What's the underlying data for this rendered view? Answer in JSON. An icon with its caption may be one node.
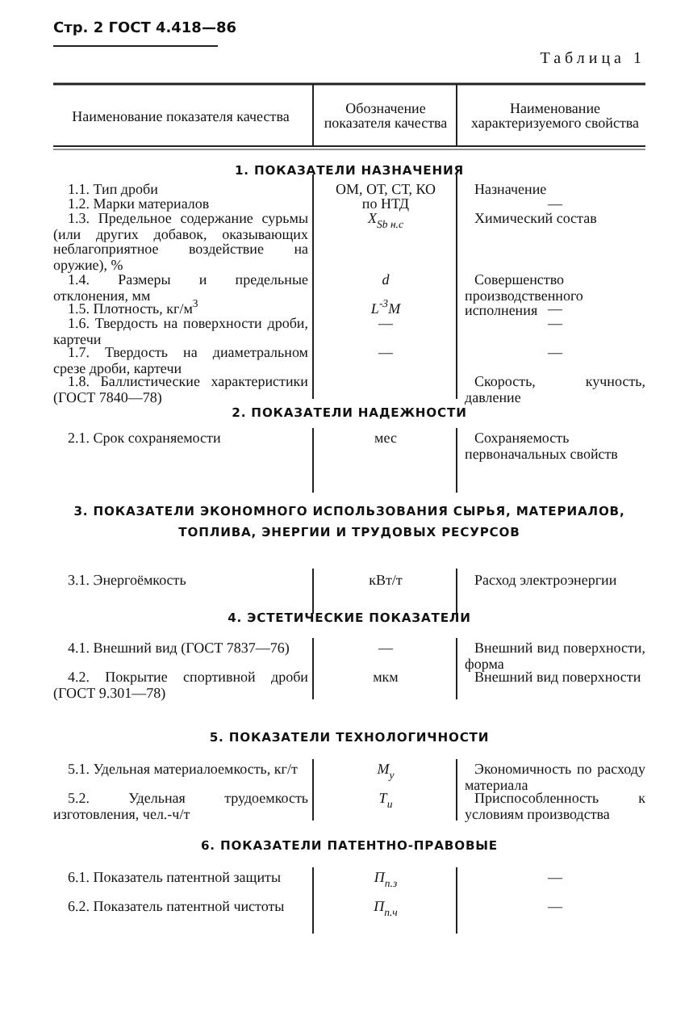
{
  "diagram": {
    "labels": [
      "Стр. 2 ГОСТ 4.418—86",
      "Таблица 1",
      "Наименование показателя качества",
      "Обозначение показателя качества",
      "Наименование характеризуемого свойства",
      "1. ПОКАЗАТЕЛИ НАЗНАЧЕНИЯ",
      "1.1. Тип дроби",
      "ОМ, ОТ, СТ, КО",
      "Назначение",
      "1.2. Марки материалов",
      "по НТД",
      "—",
      "1.3. Предельное содержание сурьмы (или других добавок, оказывающих неблагоприятное воздействие на оружие), %",
      "X$_{Sb н.с}$",
      "Химический состав",
      "1.4. Размеры и предельные отклонения, мм",
      "d",
      "Совершенство производственного исполнения",
      "1.5. Плотность, кг/м$^{3}$",
      "L$^{-3}$M",
      "—",
      "1.6. Твердость на поверхности дроби, картечи",
      "—",
      "—",
      "1.7. Твердость на диаметральном срезе дроби, картечи",
      "—",
      "—",
      "1.8. Баллистические характеристики (ГОСТ 7840—78)",
      "Скорость, кучность, давление",
      "2. ПОКАЗАТЕЛИ НАДЕЖНОСТИ",
      "2.1. Срок сохраняемости",
      "мес",
      "Сохраняемость первоначальных свойств",
      "3. ПОКАЗАТЕЛИ ЭКОНОМНОГО ИСПОЛЬЗОВАНИЯ СЫРЬЯ, МАТЕРИАЛОВ, ТОПЛИВА, ЭНЕРГИИ И ТРУДОВЫХ РЕСУРСОВ",
      "3.1. Энергоёмкость",
      "кВт/т",
      "Расход электроэнергии",
      "4. ЭСТЕТИЧЕСКИЕ ПОКАЗАТЕЛИ",
      "4.1. Внешний вид (ГОСТ 7837—76)",
      "—",
      "Внешний вид поверхности, форма",
      "4.2. Покрытие спортивной дроби (ГОСТ 9.301—78)",
      "мкм",
      "Внешний вид поверхности",
      "5. ПОКАЗАТЕЛИ ТЕХНОЛОГИЧНОСТИ",
      "5.1. Удельная материалоемкость, кг/т",
      "M$_{у}$",
      "Экономичность по расходу материала",
      "5.2. Удельная трудоемкость изготовления, чел.-ч/т",
      "T$_{и}$",
      "Приспособленность к условиям производства",
      "6. ПОКАЗАТЕЛИ ПАТЕНТНО-ПРАВОВЫЕ",
      "6.1. Показатель патентной защиты",
      "П$_{п.з}$",
      "—",
      "6.2. Показатель патентной чистоты",
      "П$_{п.ч}$",
      "—"
    ]
  }
}
